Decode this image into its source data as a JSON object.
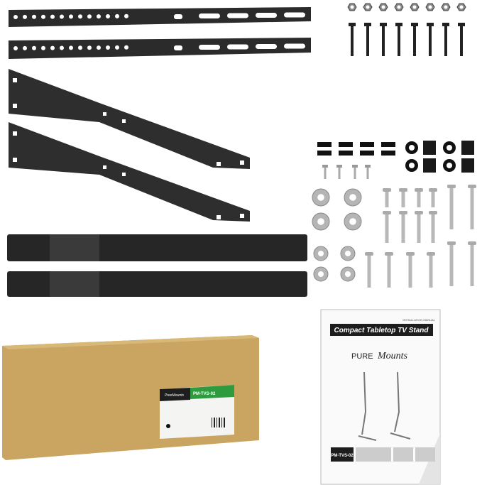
{
  "manual": {
    "header": "INSTALLATION MANUAL",
    "title": "Compact Tabletop TV Stand",
    "brand_pure": "PURE",
    "brand_mounts": "Mounts",
    "model": "PM-TVS-02"
  },
  "box": {
    "brand": "PureMounts",
    "model": "PM-TVS-02",
    "label_color": "#2e9b3e"
  },
  "colors": {
    "metal": "#2b2b2b",
    "cardboard": "#c9a561",
    "washer": "#b5b5b5"
  }
}
